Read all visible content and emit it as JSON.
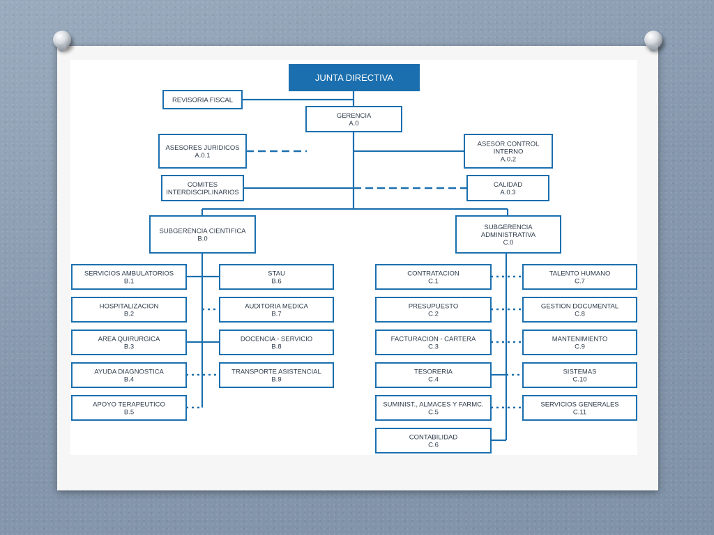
{
  "colors": {
    "line": "#1b6fae",
    "title_fill": "#1b6fae",
    "text": "#2e3b4a"
  },
  "title_box": {
    "id": "title",
    "lines": [
      "JUNTA DIRECTIVA"
    ]
  },
  "boxes": [
    {
      "id": "revisoria",
      "lines": [
        "REVISORIA FISCAL"
      ]
    },
    {
      "id": "gerencia",
      "lines": [
        "GERENCIA",
        "A.0"
      ]
    },
    {
      "id": "asesores",
      "lines": [
        "ASESORES JURIDICOS",
        "A.0.1"
      ]
    },
    {
      "id": "asesor_ci",
      "lines": [
        "ASESOR CONTROL",
        "INTERNO",
        "A.0.2"
      ]
    },
    {
      "id": "comites",
      "lines": [
        "COMITES",
        "INTERDISCIPLINARIOS"
      ]
    },
    {
      "id": "calidad",
      "lines": [
        "CALIDAD",
        "A.0.3"
      ]
    },
    {
      "id": "sub_cien",
      "lines": [
        "SUBGERENCIA CIENTIFICA",
        "B.0"
      ]
    },
    {
      "id": "sub_adm",
      "lines": [
        "SUBGERENCIA",
        "ADMINISTRATIVA",
        "C.0"
      ]
    },
    {
      "id": "b1",
      "lines": [
        "SERVICIOS AMBULATORIOS",
        "B.1"
      ]
    },
    {
      "id": "b2",
      "lines": [
        "HOSPITALIZACION",
        "B.2"
      ]
    },
    {
      "id": "b3",
      "lines": [
        "AREA QUIRURGICA",
        "B.3"
      ]
    },
    {
      "id": "b4",
      "lines": [
        "AYUDA DIAGNOSTICA",
        "B.4"
      ]
    },
    {
      "id": "b5",
      "lines": [
        "APOYO TERAPEUTICO",
        "B.5"
      ]
    },
    {
      "id": "b6",
      "lines": [
        "STAU",
        "B.6"
      ]
    },
    {
      "id": "b7",
      "lines": [
        "AUDITORIA MEDICA",
        "B.7"
      ]
    },
    {
      "id": "b8",
      "lines": [
        "DOCENCIA - SERVICIO",
        "B.8"
      ]
    },
    {
      "id": "b9",
      "lines": [
        "TRANSPORTE ASISTENCIAL",
        "B.9"
      ]
    },
    {
      "id": "c1",
      "lines": [
        "CONTRATACION",
        "C.1"
      ]
    },
    {
      "id": "c2",
      "lines": [
        "PRESUPUESTO",
        "C.2"
      ]
    },
    {
      "id": "c3",
      "lines": [
        "FACTURACION - CARTERA",
        "C.3"
      ]
    },
    {
      "id": "c4",
      "lines": [
        "TESORERIA",
        "C.4"
      ]
    },
    {
      "id": "c5",
      "lines": [
        "SUMINIST., ALMACES Y FARMC.",
        "C.5"
      ]
    },
    {
      "id": "c6",
      "lines": [
        "CONTABILIDAD",
        "C.6"
      ]
    },
    {
      "id": "c7",
      "lines": [
        "TALENTO HUMANO",
        "C.7"
      ]
    },
    {
      "id": "c8",
      "lines": [
        "GESTION DOCUMENTAL",
        "C.8"
      ]
    },
    {
      "id": "c9",
      "lines": [
        "MANTENIMIENTO",
        "C.9"
      ]
    },
    {
      "id": "c10",
      "lines": [
        "SISTEMAS",
        "C.10"
      ]
    },
    {
      "id": "c11",
      "lines": [
        "SERVICIOS GENERALES",
        "C.11"
      ]
    }
  ]
}
